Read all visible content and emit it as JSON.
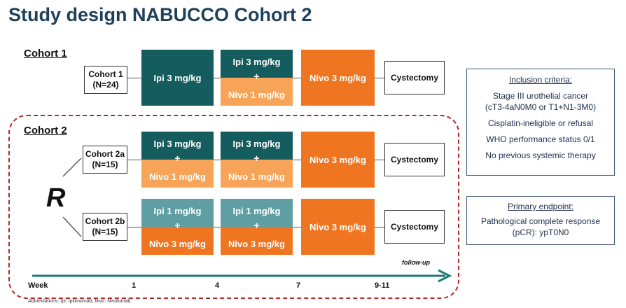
{
  "title": "Study design NABUCCO Cohort 2",
  "cohort1": {
    "label": "Cohort 1",
    "box_line1": "Cohort 1",
    "box_line2": "(N=24)",
    "b1": "Ipi 3 mg/kg",
    "b2_top": "Ipi 3 mg/kg",
    "b2_plus": "+",
    "b2_bottom": "Nivo 1 mg/kg",
    "b3": "Nivo 3 mg/kg",
    "end": "Cystectomy"
  },
  "cohort2": {
    "label": "Cohort 2",
    "randomization": "R",
    "a": {
      "box_line1": "Cohort 2a",
      "box_line2": "(N=15)",
      "b1_top": "Ipi 3 mg/kg",
      "b1_plus": "+",
      "b1_bottom": "Nivo 1 mg/kg",
      "b2_top": "Ipi 3 mg/kg",
      "b2_plus": "+",
      "b2_bottom": "Nivo 1 mg/kg",
      "b3": "Nivo 3 mg/kg",
      "end": "Cystectomy"
    },
    "b": {
      "box_line1": "Cohort 2b",
      "box_line2": "(N=15)",
      "b1_top": "Ipi 1 mg/kg",
      "b1_plus": "+",
      "b1_bottom": "Nivo 3 mg/kg",
      "b2_top": "Ipi 1 mg/kg",
      "b2_plus": "+",
      "b2_bottom": "Nivo 3 mg/kg",
      "b3": "Nivo 3 mg/kg",
      "end": "Cystectomy"
    }
  },
  "timeline": {
    "follow_up": "follow-up",
    "week_label": "Week",
    "ticks": [
      "1",
      "4",
      "7",
      "9-11"
    ]
  },
  "inclusion": {
    "heading": "Inclusion criteria:",
    "items": [
      "Stage III urothelial cancer",
      "(cT3-4aN0M0 or T1+N1-3M0)",
      "Cisplatin-ineligible or refusal",
      "WHO performance status 0/1",
      "No previous systemic therapy"
    ]
  },
  "endpoint": {
    "heading": "Primary endpoint:",
    "items": [
      "Pathological complete response",
      "(pCR): ypT0N0"
    ]
  },
  "abbreviations": "Abbreviations: Ipi: Ipilimumab, Nivo: Nivolumab.",
  "colors": {
    "title": "#1f3f5b",
    "dark_teal": "#145c5d",
    "light_teal": "#5f9ea2",
    "orange": "#ef7521",
    "light_orange": "#f7a358",
    "dashed_border": "#b62828",
    "arrow": "#1e7a78"
  }
}
